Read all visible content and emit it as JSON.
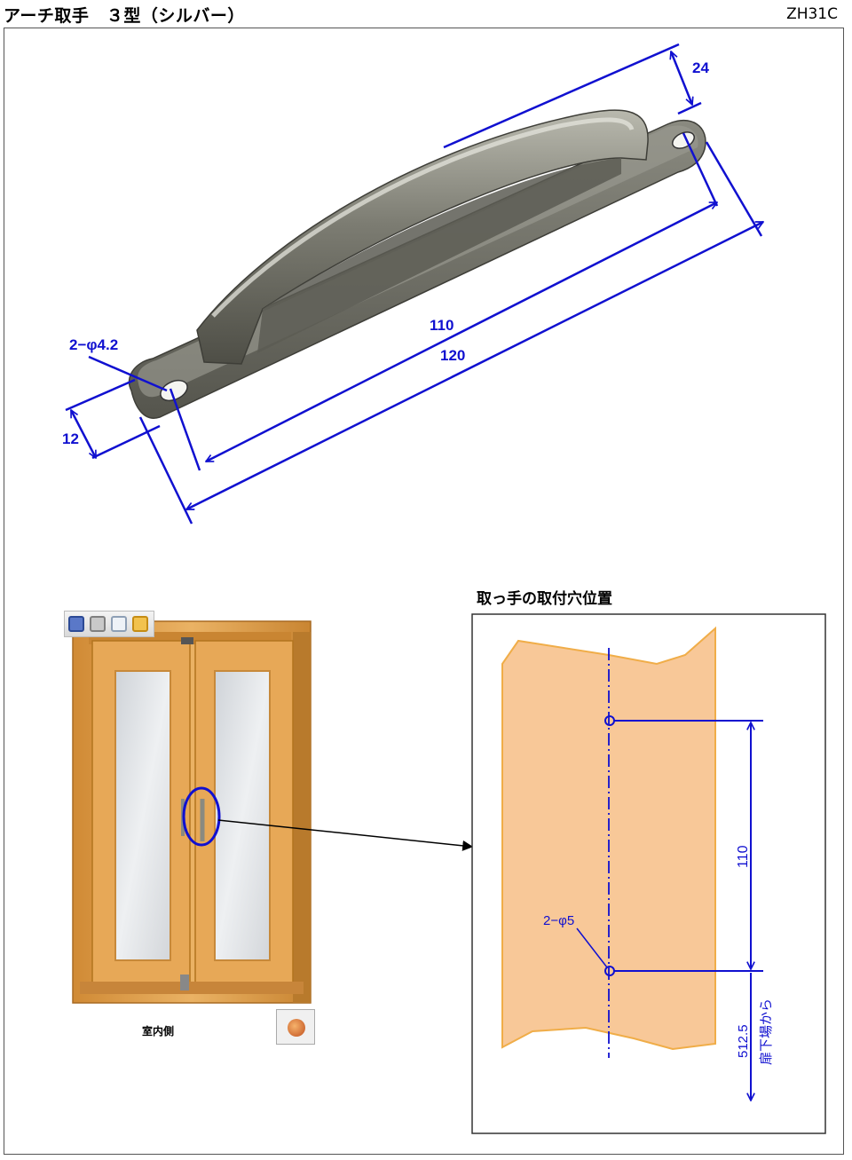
{
  "header": {
    "title": "アーチ取手　３型（シルバー）",
    "code": "ZH31C"
  },
  "dimensions": {
    "width_top": "24",
    "hole": "2−φ4.2",
    "height_left": "12",
    "pitch": "110",
    "overall": "120"
  },
  "window_illustration": {
    "caption": "室内側"
  },
  "toolbar": {
    "icons": [
      "save-icon",
      "print-icon",
      "mail-icon",
      "export-icon"
    ]
  },
  "hole_position": {
    "title": "取っ手の取付穴位置",
    "hole": "2−φ5",
    "pitch": "110",
    "from_bottom": "512.5",
    "from_bottom_note": "扉下場から"
  },
  "colors": {
    "dimension": "#1010d0",
    "handle": "#6e6e64",
    "door_wood": "#e0a24a",
    "door_panel": "#f8c898"
  }
}
